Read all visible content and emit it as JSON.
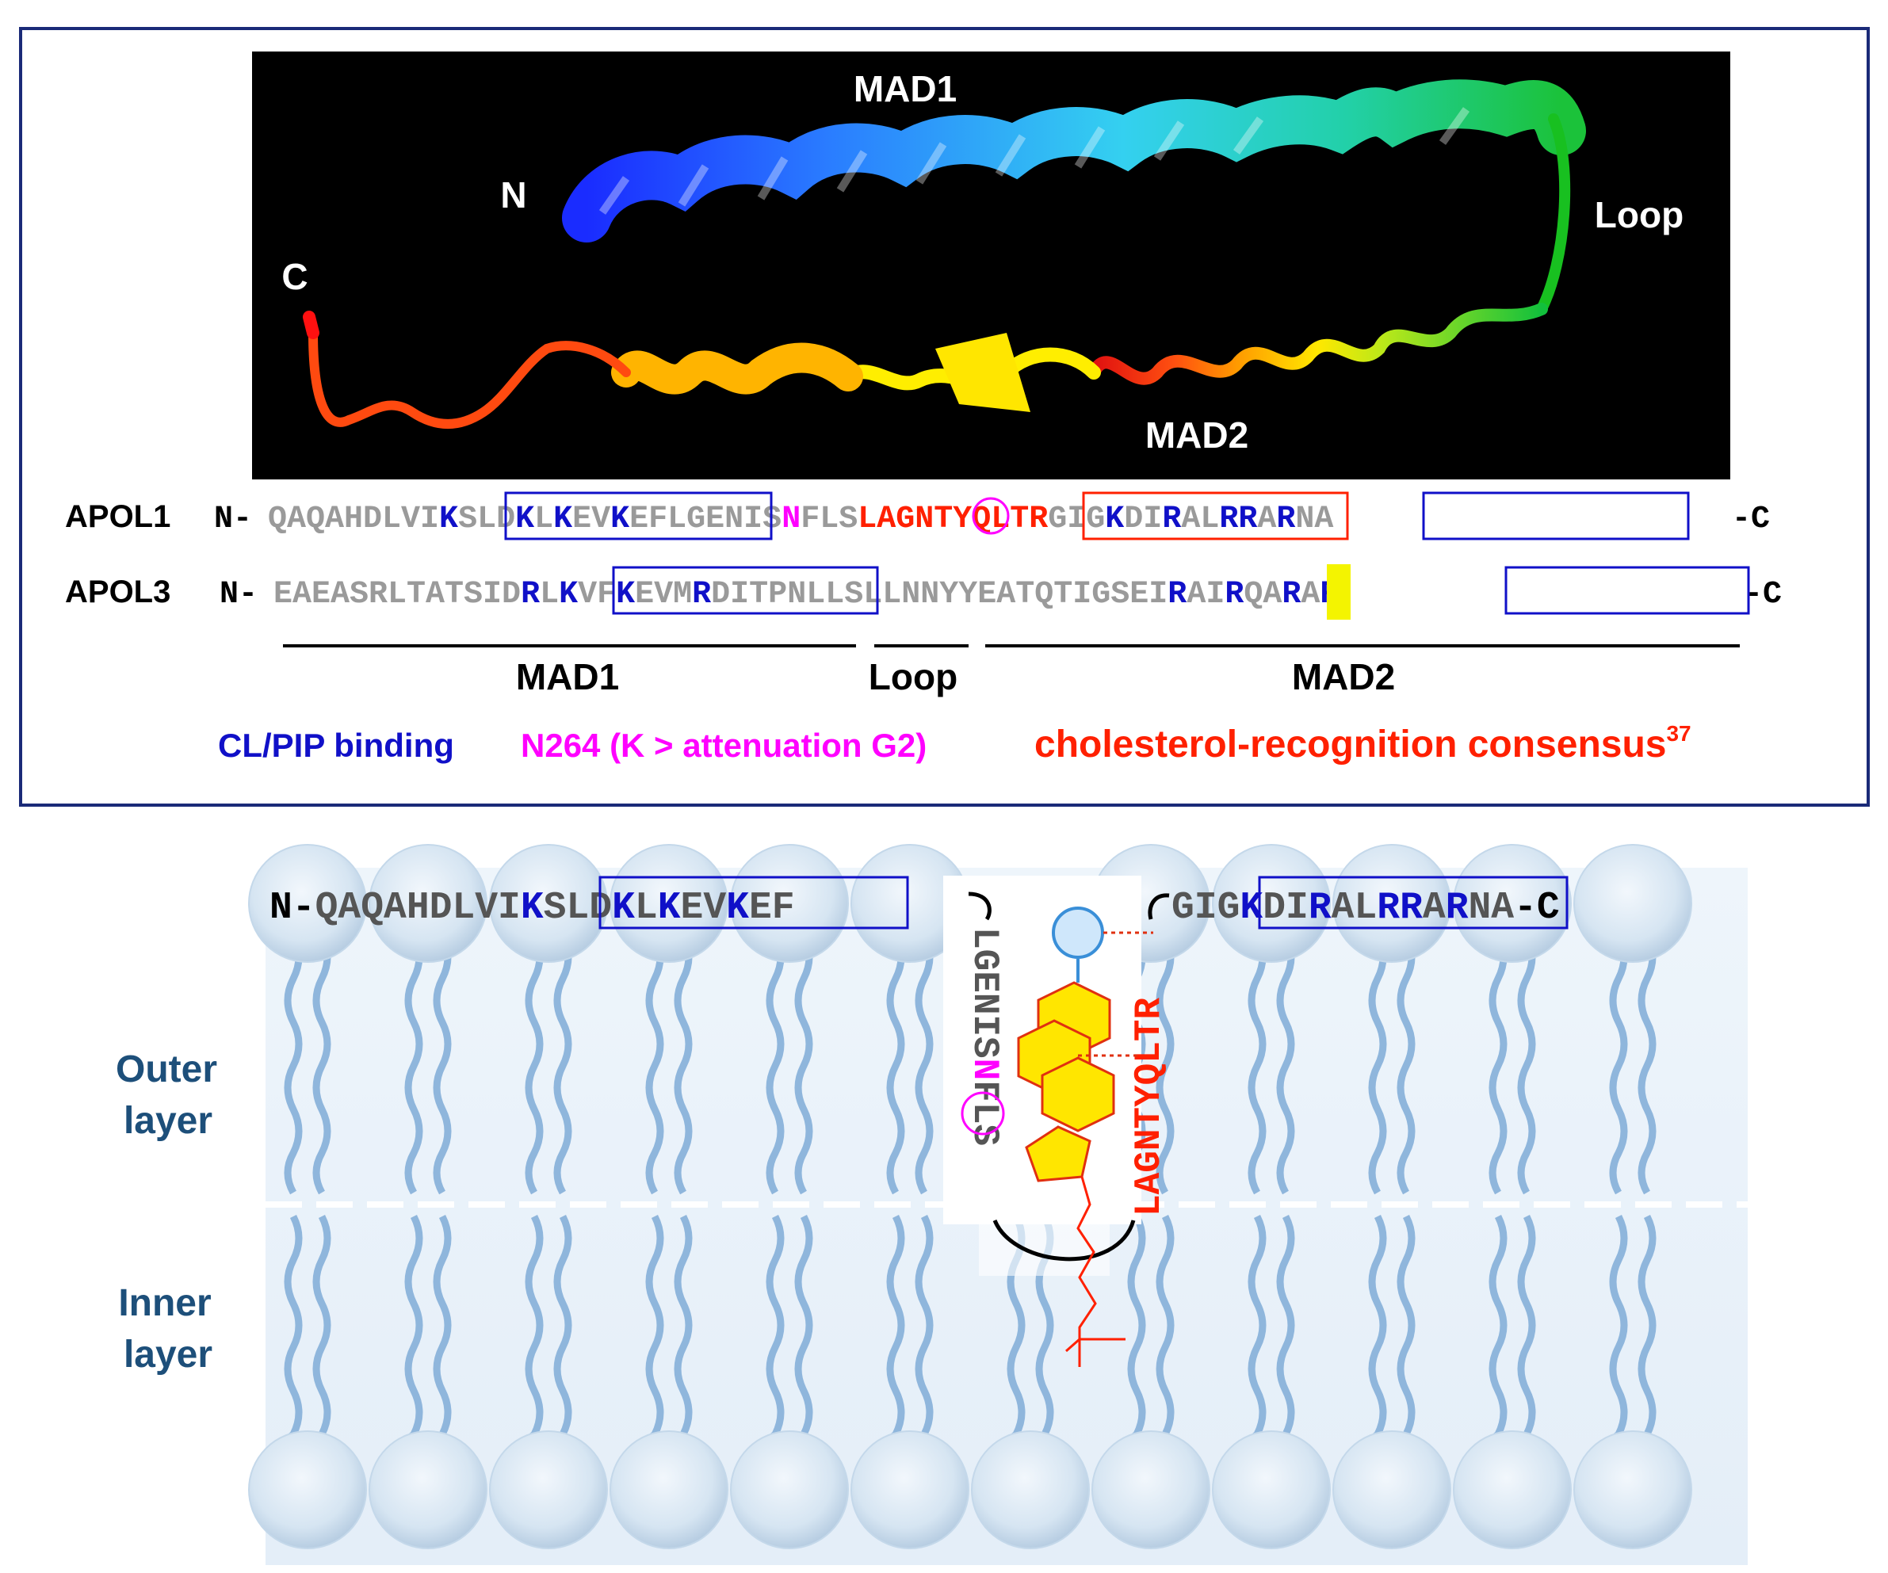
{
  "structure": {
    "n_label": "N",
    "c_label": "C",
    "mad1_label": "MAD1",
    "mad2_label": "MAD2",
    "loop_label": "Loop"
  },
  "alignment": {
    "apol1": {
      "name": "APOL1",
      "n_term": "N-",
      "c_term": "-C",
      "seq": [
        {
          "t": "QAQAHDLVI",
          "c": "gray"
        },
        {
          "t": "K",
          "c": "blue"
        },
        {
          "t": "SLD",
          "c": "gray"
        },
        {
          "t": "K",
          "c": "blue"
        },
        {
          "t": "L",
          "c": "gray"
        },
        {
          "t": "K",
          "c": "blue"
        },
        {
          "t": "EV",
          "c": "gray"
        },
        {
          "t": "K",
          "c": "blue"
        },
        {
          "t": "EFLGENIS",
          "c": "gray"
        },
        {
          "t": "N",
          "c": "mag"
        },
        {
          "t": "FLS",
          "c": "gray"
        },
        {
          "t": "LAGNTYQLTR",
          "c": "red"
        },
        {
          "t": "GIG",
          "c": "gray"
        },
        {
          "t": "K",
          "c": "blue"
        },
        {
          "t": "DI",
          "c": "gray"
        },
        {
          "t": "R",
          "c": "blue"
        },
        {
          "t": "AL",
          "c": "gray"
        },
        {
          "t": "RR",
          "c": "blue"
        },
        {
          "t": "A",
          "c": "gray"
        },
        {
          "t": "R",
          "c": "blue"
        },
        {
          "t": "NA",
          "c": "gray"
        }
      ]
    },
    "apol3": {
      "name": "APOL3",
      "n_term": "N-",
      "c_term": "-C",
      "seq": [
        {
          "t": "EAEASRLTATSID",
          "c": "gray"
        },
        {
          "t": "R",
          "c": "blue"
        },
        {
          "t": "L",
          "c": "gray"
        },
        {
          "t": "K",
          "c": "blue"
        },
        {
          "t": "VF",
          "c": "gray"
        },
        {
          "t": "K",
          "c": "blue"
        },
        {
          "t": "EVM",
          "c": "gray"
        },
        {
          "t": "R",
          "c": "blue"
        },
        {
          "t": "DITPNLLSLLNNYYEAT",
          "c": "gray"
        },
        {
          "t": "Q",
          "c": "gray"
        },
        {
          "t": "TIGSEI",
          "c": "gray"
        },
        {
          "t": "R",
          "c": "blue"
        },
        {
          "t": "AI",
          "c": "gray"
        },
        {
          "t": "R",
          "c": "blue"
        },
        {
          "t": "QA",
          "c": "gray"
        },
        {
          "t": "R",
          "c": "blue"
        },
        {
          "t": "A",
          "c": "gray"
        },
        {
          "t": "R",
          "c": "blue"
        }
      ]
    },
    "mad1_label": "MAD1",
    "loop_label": "Loop",
    "mad2_label": "MAD2"
  },
  "legend": {
    "cl_pip": "CL/PIP binding",
    "n264": "N264 (K > attenuation G2)",
    "cholesterol": "cholesterol-recognition consensus",
    "cholesterol_ref": "37",
    "colors": {
      "blue": "#1010c8",
      "magenta": "#ff00ff",
      "red": "#ff2000"
    }
  },
  "membrane": {
    "outer_label_1": "Outer",
    "outer_label_2": "layer",
    "inner_label_1": "Inner",
    "inner_label_2": "layer",
    "left_seq": [
      {
        "t": "N-",
        "c": "blk"
      },
      {
        "t": "QAQAHDLVI",
        "c": "dark"
      },
      {
        "t": "K",
        "c": "blue"
      },
      {
        "t": "SLD",
        "c": "dark"
      },
      {
        "t": "K",
        "c": "blue"
      },
      {
        "t": "L",
        "c": "dark"
      },
      {
        "t": "K",
        "c": "blue"
      },
      {
        "t": "EV",
        "c": "dark"
      },
      {
        "t": "K",
        "c": "blue"
      },
      {
        "t": "EF",
        "c": "dark"
      }
    ],
    "right_seq": [
      {
        "t": "GIG",
        "c": "dark"
      },
      {
        "t": "K",
        "c": "blue"
      },
      {
        "t": "DI",
        "c": "dark"
      },
      {
        "t": "R",
        "c": "blue"
      },
      {
        "t": "AL",
        "c": "dark"
      },
      {
        "t": "RR",
        "c": "blue"
      },
      {
        "t": "A",
        "c": "dark"
      },
      {
        "t": "R",
        "c": "blue"
      },
      {
        "t": "NA",
        "c": "dark"
      },
      {
        "t": "-C",
        "c": "blk"
      }
    ],
    "down_seq_a": "LGENIS",
    "down_seq_n": "N",
    "down_seq_b": "FLS",
    "up_seq": "LAGNTYQLTR"
  }
}
